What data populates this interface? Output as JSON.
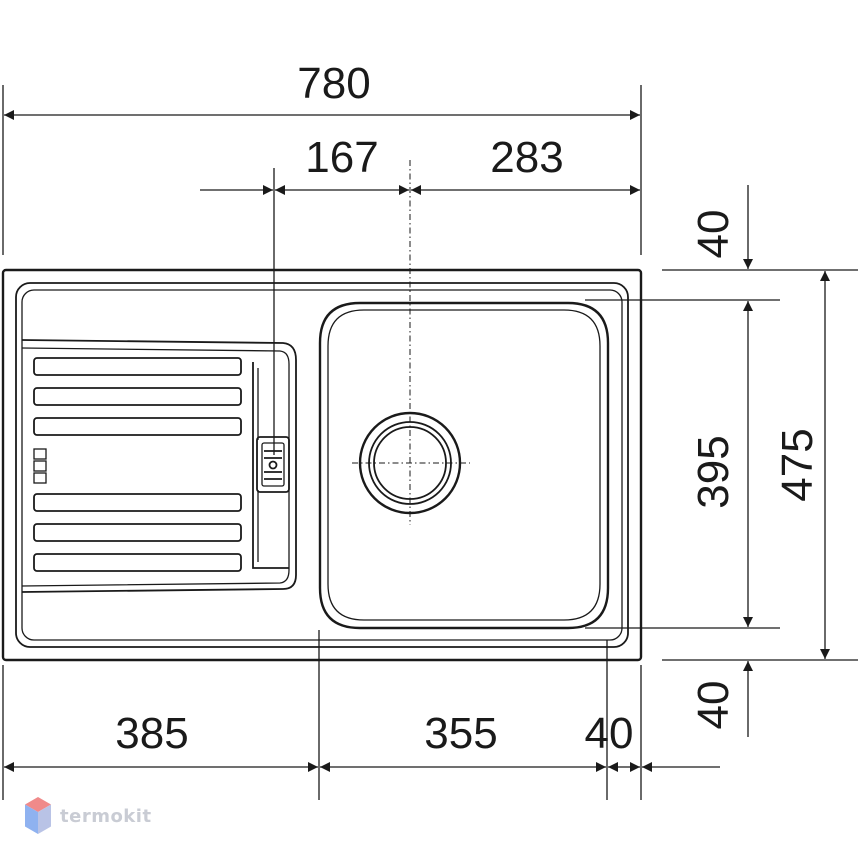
{
  "dimensions": {
    "overall_width": "780",
    "left_offset": "167",
    "right_offset": "283",
    "top_margin": "40",
    "bowl_depth": "395",
    "overall_depth": "475",
    "bottom_margin": "40",
    "drainer_width": "385",
    "bowl_width": "355",
    "rim_width": "40"
  },
  "brand": {
    "name": "termokit",
    "logo_colors": [
      "#f08a8a",
      "#8fb2f0",
      "#b9c3e6"
    ]
  }
}
